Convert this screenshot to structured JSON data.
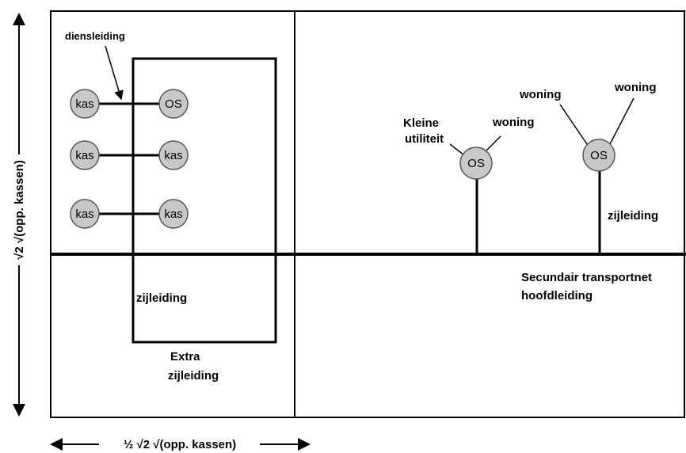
{
  "diagram": {
    "labels": {
      "dienstleiding": "diensleiding",
      "kleine_utiliteit_line1": "Kleine",
      "kleine_utiliteit_line2": "utiliteit",
      "woning_1": "woning",
      "woning_2": "woning",
      "woning_3": "woning",
      "zijleiding_right": "zijleiding",
      "zijleiding_left": "zijleiding",
      "secundair_line1": "Secundair transportnet",
      "secundair_line2": "hoofdleiding",
      "extra_line1": "Extra",
      "extra_line2": "zijleiding",
      "y_axis": "√2 √(opp. kassen)",
      "x_axis": "½ √2 √(opp. kassen)"
    },
    "nodes": {
      "kas": "kas",
      "os": "OS"
    },
    "colors": {
      "node_fill": "#c8c8c8",
      "line": "#000000",
      "background": "#ffffff"
    }
  }
}
